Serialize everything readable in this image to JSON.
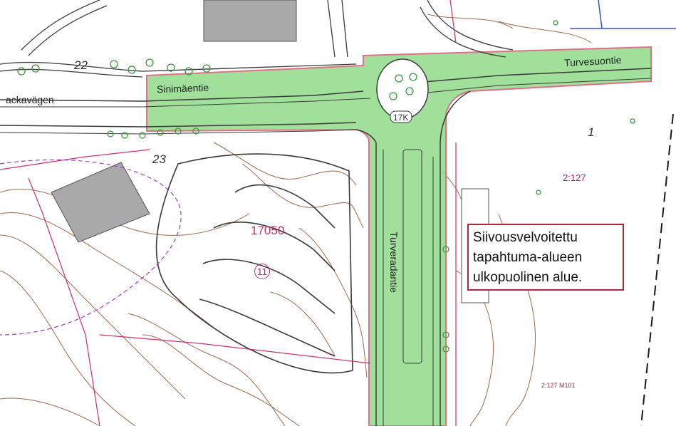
{
  "map": {
    "road_labels": {
      "sinimaentie": "Sinimäentie",
      "turvesuontie": "Turvesuontie",
      "turveradantie": "Turveradantie",
      "backavagen": "ackavägen"
    },
    "block_number": "17050",
    "circled_number": "11",
    "junction_label": "17K",
    "parcel_labels": {
      "parcel_2_127": "2:127",
      "parcel_2_127_m101": "2:127 M101",
      "parcel_number_1": "1",
      "block_22": "22",
      "block_23": "23"
    },
    "callout": {
      "line1": "Siivousvelvoitettu",
      "line2": "tapahtuma-alueen",
      "line3": "ulkopuolinen alue."
    },
    "colors": {
      "highlight_fill": "#8fdb88",
      "highlight_border": "#e0708a",
      "road_line": "#3a3a3a",
      "contour": "#a06848",
      "boundary": "#d0306a",
      "building": "#a9a9a9",
      "callout_border": "#b0283a",
      "tree": "#3a9a3a",
      "purple_line": "#a040c0"
    }
  }
}
